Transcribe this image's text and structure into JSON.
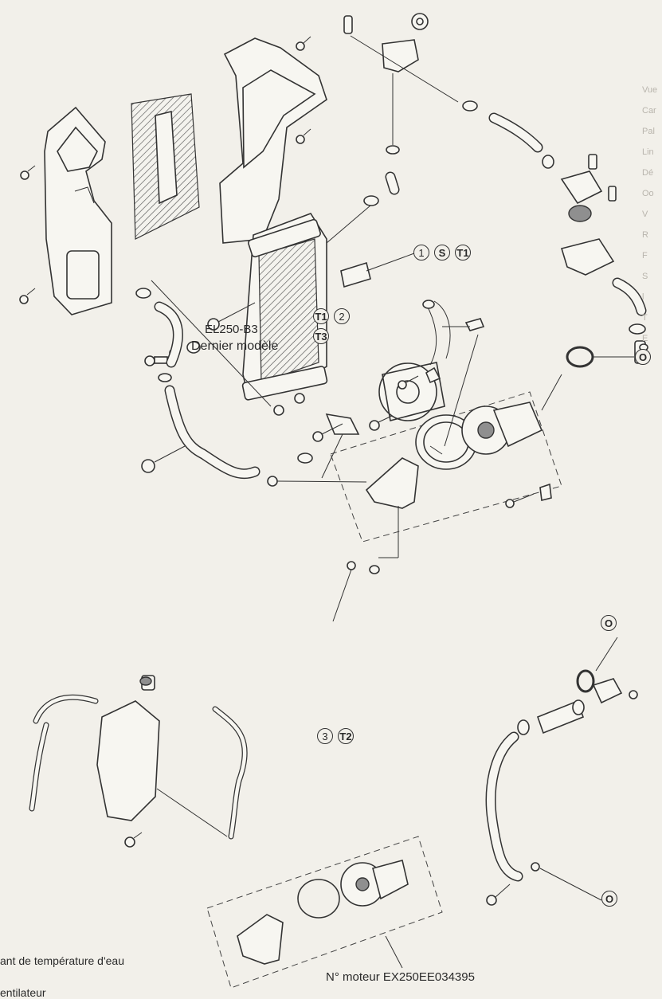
{
  "labels": {
    "model_code": "EL250-B3",
    "model_note": "Dernier modèle",
    "engine_note": "N° moteur EX250EE034395",
    "legend_1": "ant de température d'eau",
    "legend_2": "entilateur"
  },
  "callouts": {
    "sensor_top": {
      "num": "1",
      "s": "S",
      "t": "T1"
    },
    "sensor_bottom": {
      "t1": "T1",
      "num": "2",
      "t3": "T3"
    },
    "bolt": {
      "num": "3",
      "t": "T2"
    },
    "o_rings": [
      "O",
      "O",
      "O"
    ]
  },
  "margin_text": [
    "Vue",
    "Car",
    "Pal",
    "Lin",
    "Dé",
    "Oo",
    "V",
    "R",
    "F",
    "S",
    "l",
    "T",
    "E"
  ]
}
